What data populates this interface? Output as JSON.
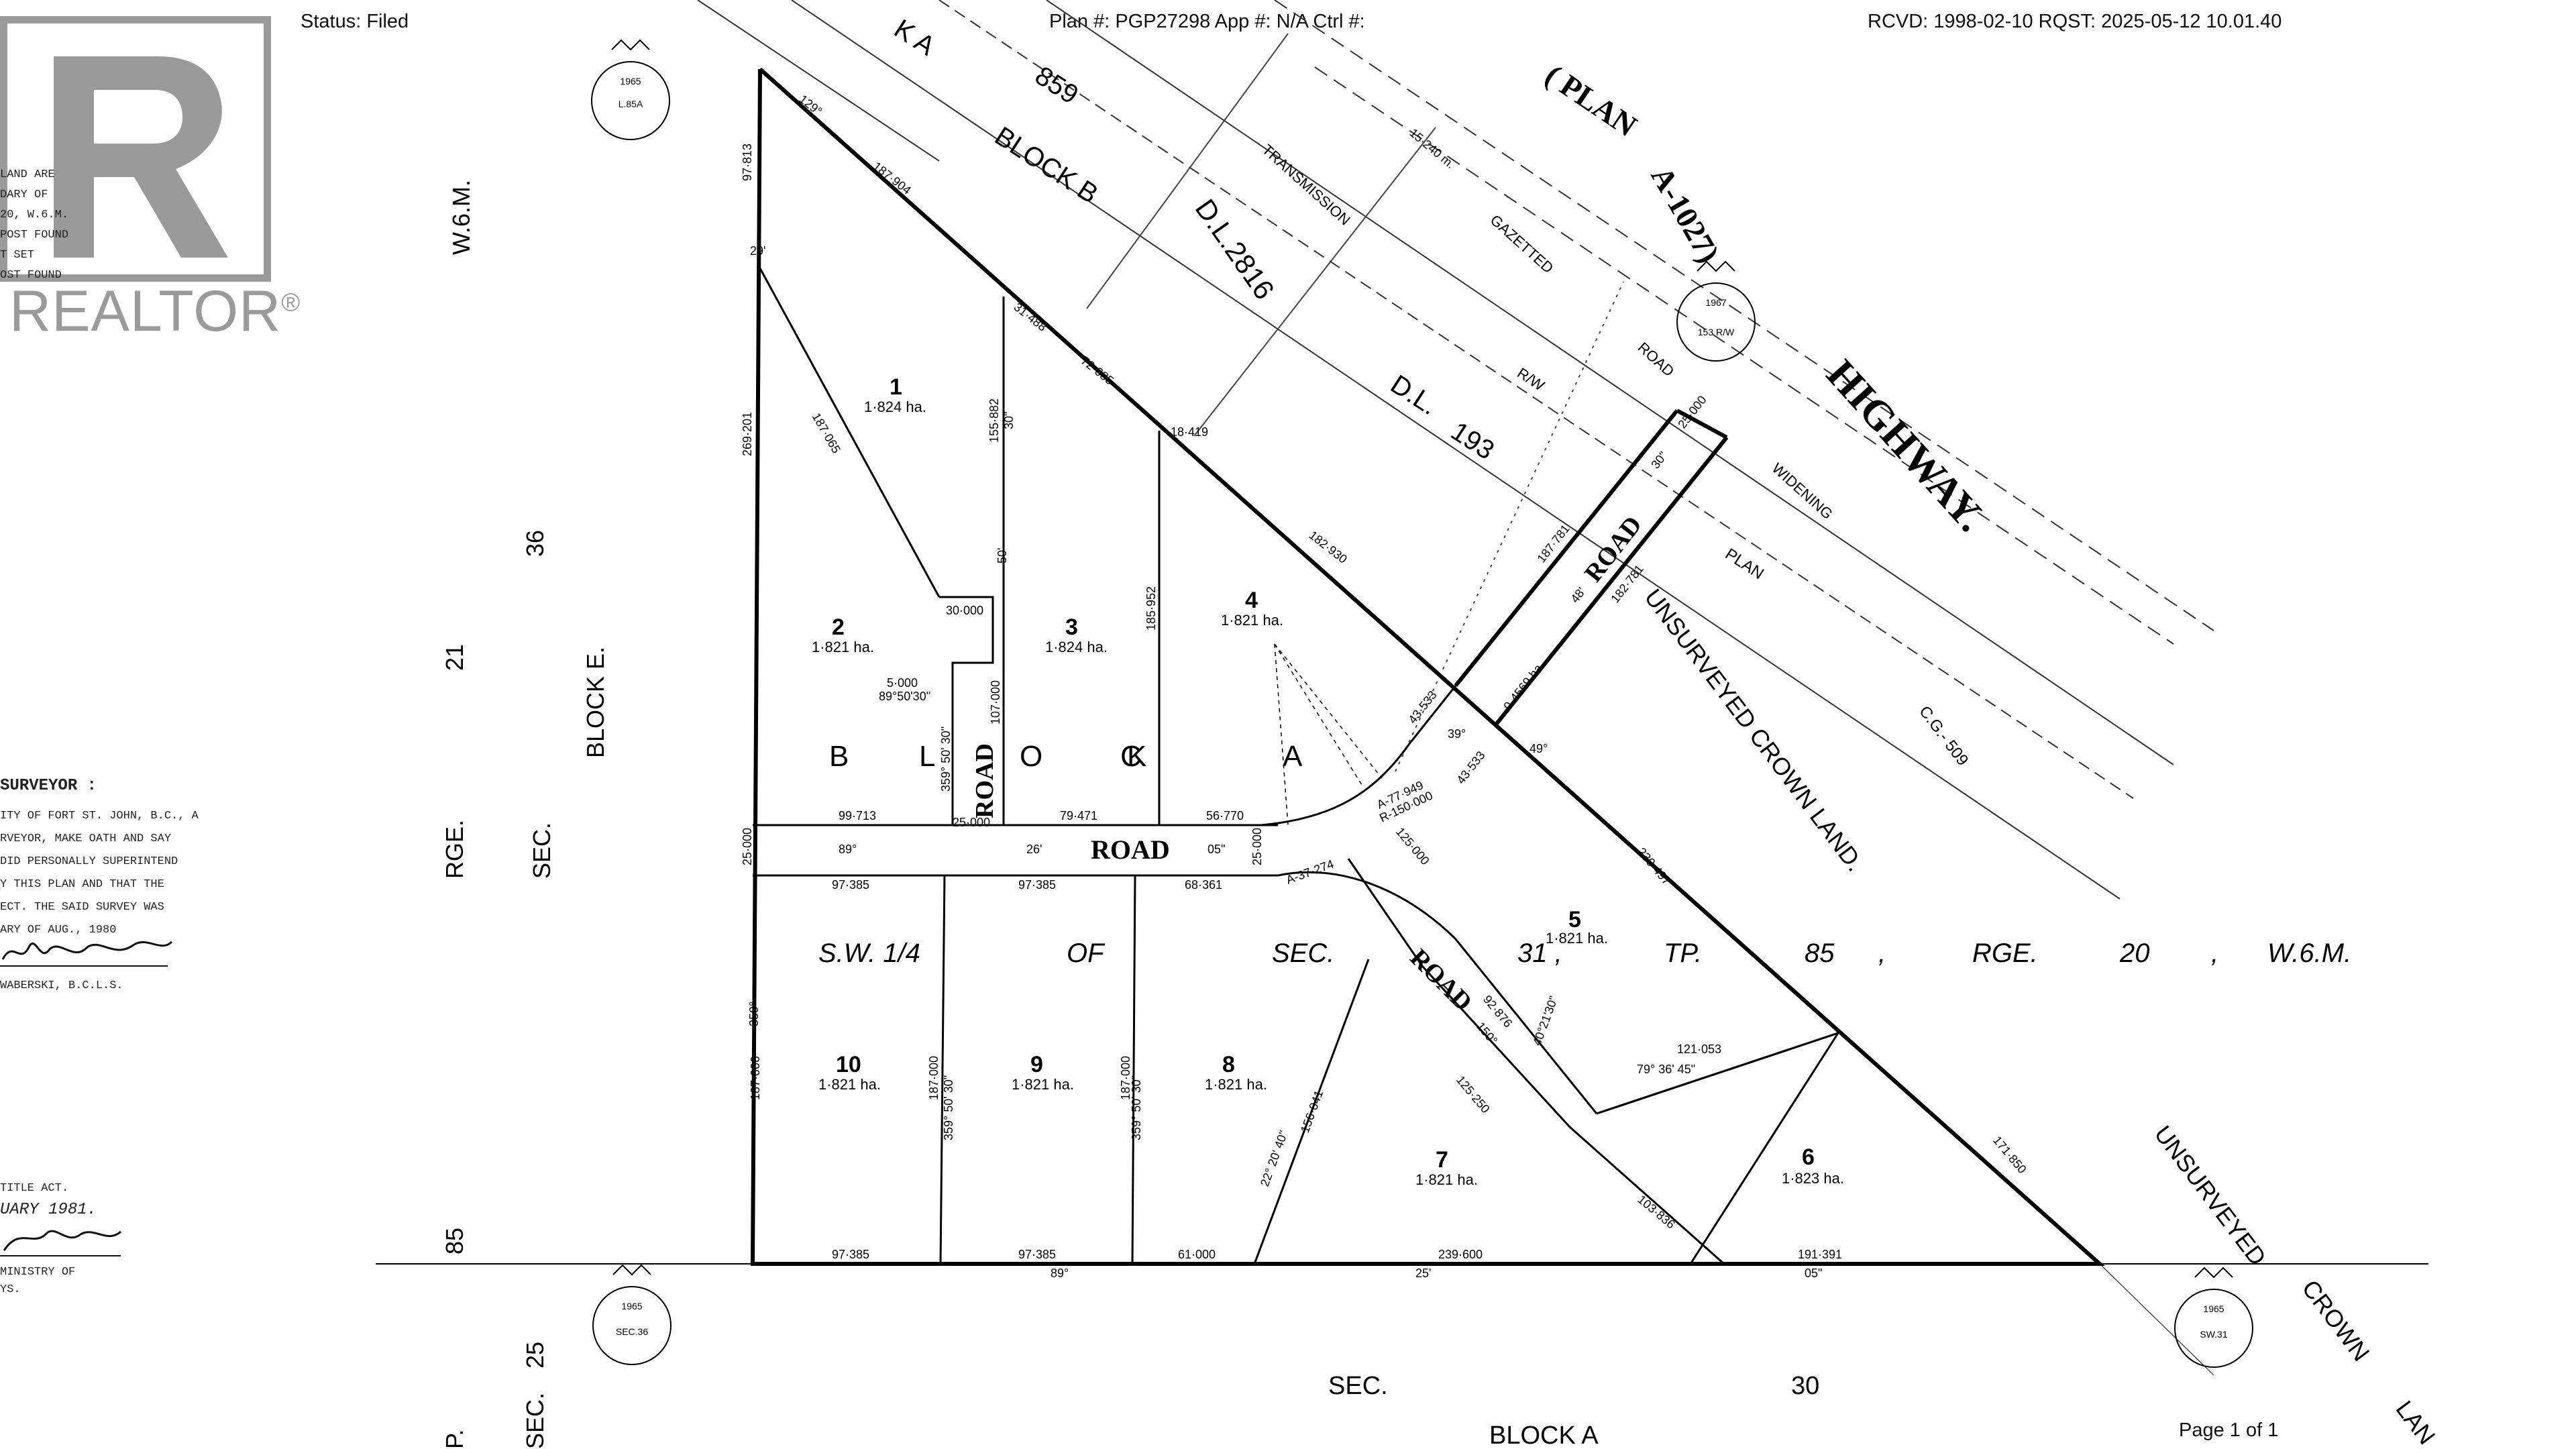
{
  "header": {
    "status": "Status: Filed",
    "plan_info": "Plan #: PGP27298 App #: N/A Ctrl #:",
    "received": "RCVD: 1998-02-10 RQST: 2025-05-12 10.01.40"
  },
  "footer": {
    "page": "Page 1 of 1"
  },
  "watermark": {
    "text": "REALTOR",
    "reg": "®",
    "color": "#9a9a9a"
  },
  "left_notes": {
    "legend": [
      "LAND ARE",
      "DARY OF",
      "20, W.6.M.",
      "POST FOUND",
      "T SET",
      "OST FOUND"
    ],
    "surveyor_title": "SURVEYOR :",
    "surveyor_lines": [
      "ITY OF FORT ST. JOHN, B.C., A",
      "RVEYOR, MAKE OATH AND SAY",
      "DID PERSONALLY SUPERINTEND",
      "Y THIS PLAN AND THAT THE",
      "ECT. THE SAID SURVEY WAS",
      "ARY OF AUG., 1980"
    ],
    "surveyor_name": "WABERSKI, B.C.L.S.",
    "title_act": "TITLE ACT.",
    "date": "UARY 1981.",
    "ministry": [
      "MINISTRY OF",
      "YS."
    ]
  },
  "plan": {
    "highway": "HIGHWAY.",
    "plan_a": "( PLAN",
    "plan_a_no": "A-1027)",
    "block_b": "BLOCK B",
    "block_a_top": "K A",
    "lot_859": "859",
    "dl2816": "D.L.2816",
    "transmission": "TRANSMISSION",
    "dl193a": "D.L.",
    "dl193b": "193",
    "rw": "R/W",
    "gazetted": "GAZETTED",
    "road_w": "ROAD",
    "widening": "WIDENING",
    "plan_word": "PLAN",
    "unsurveyed_crown": "UNSURVEYED CROWN LAND.",
    "cg509": "C.G.- 509",
    "unsurveyed2": "UNSURVEYED",
    "crown2": "CROWN",
    "lan2": "LAN",
    "block_e": "BLOCK   E.",
    "wm_left": "W.6.M.",
    "n36": "36",
    "n21": "21",
    "sec_left": "SEC.",
    "rge_left": "RGE.",
    "n85": "85",
    "n25": "25",
    "sec_bottom_left": "SEC.",
    "p_left": "P.",
    "sec30": "SEC.",
    "n30": "30",
    "block_a_bottom": "BLOCK   A",
    "block_a_main": [
      "B",
      "L",
      "O",
      "C",
      "K",
      "A"
    ],
    "sw_line": [
      "S.W. 1/4",
      "OF",
      "SEC.",
      "31 ,",
      "TP.",
      "85",
      ",",
      "RGE.",
      "20",
      ",",
      "W.6.M."
    ],
    "road_labels": [
      "ROAD",
      "ROAD",
      "ROAD",
      "ROAD"
    ],
    "lots": [
      {
        "n": "1",
        "area": "1·824 ha."
      },
      {
        "n": "2",
        "area": "1·821 ha."
      },
      {
        "n": "3",
        "area": "1·824 ha."
      },
      {
        "n": "4",
        "area": "1·821 ha."
      },
      {
        "n": "5",
        "area": "1·821 ha."
      },
      {
        "n": "6",
        "area": "1·823 ha."
      },
      {
        "n": "7",
        "area": "1·821 ha."
      },
      {
        "n": "8",
        "area": "1·821 ha."
      },
      {
        "n": "9",
        "area": "1·821 ha."
      },
      {
        "n": "10",
        "area": "1·821 ha."
      }
    ],
    "dims": {
      "d1": "97·813",
      "d2": "269·201",
      "d3": "187·904",
      "d4": "129°",
      "d5": "31·488",
      "d6": "72·085",
      "d7": "155·882",
      "d8": "185·952",
      "d9": "18·419",
      "d10": "182·930",
      "d11": "187·781",
      "d12": "182·781",
      "d13": "0·4569 ha.",
      "d14": "25·000",
      "d15": "99·713",
      "d16": "79·471",
      "d17": "56·770",
      "d18": "97·385",
      "d19": "97·385",
      "d20": "68·361",
      "d21": "30·000",
      "d22": "5·000",
      "d23": "89°50'30\"",
      "d24": "107·000",
      "d25": "43·533",
      "d26": "43·533",
      "d27": "230·497",
      "d28": "121·053",
      "d29": "171·850",
      "d30": "103·836",
      "d31": "125·250",
      "d32": "92·876",
      "d33": "187·000",
      "d34": "187·000",
      "d35": "187·000",
      "d36": "156·041",
      "d37": "97·385",
      "d38": "97·385",
      "d39": "61·000",
      "d40": "239·600",
      "d41": "191·391",
      "d42": "89°",
      "d43": "26'",
      "d44": "05\"",
      "d45": "89°",
      "d46": "25'",
      "d47": "05\"",
      "d48": "359°",
      "d49": "359° 50' 30\"",
      "d50": "359° 50' 30\"",
      "d51": "150°",
      "d52": "79° 36' 45\"",
      "d53": "22° 20' 40\"",
      "d54": "25·000",
      "d55": "25·000",
      "d56": "25·000",
      "d57": "187·065",
      "d58": "50'",
      "d59": "30\"",
      "d60": "40°21'30\"",
      "d61": "A-77·949",
      "d62": "R-150·000",
      "d63": "A-37·274",
      "d64": "49°",
      "d65": "39°",
      "d66": "29'",
      "d67": "48'",
      "d68": "30\"",
      "d69": "125·000",
      "d70": "15·240 m.",
      "d71": "359° 50' 30\""
    },
    "seals": [
      "1965",
      "L.85A",
      "1965",
      "SEC.36",
      "1967",
      "153 R/W",
      "1965",
      "SW.31"
    ]
  }
}
